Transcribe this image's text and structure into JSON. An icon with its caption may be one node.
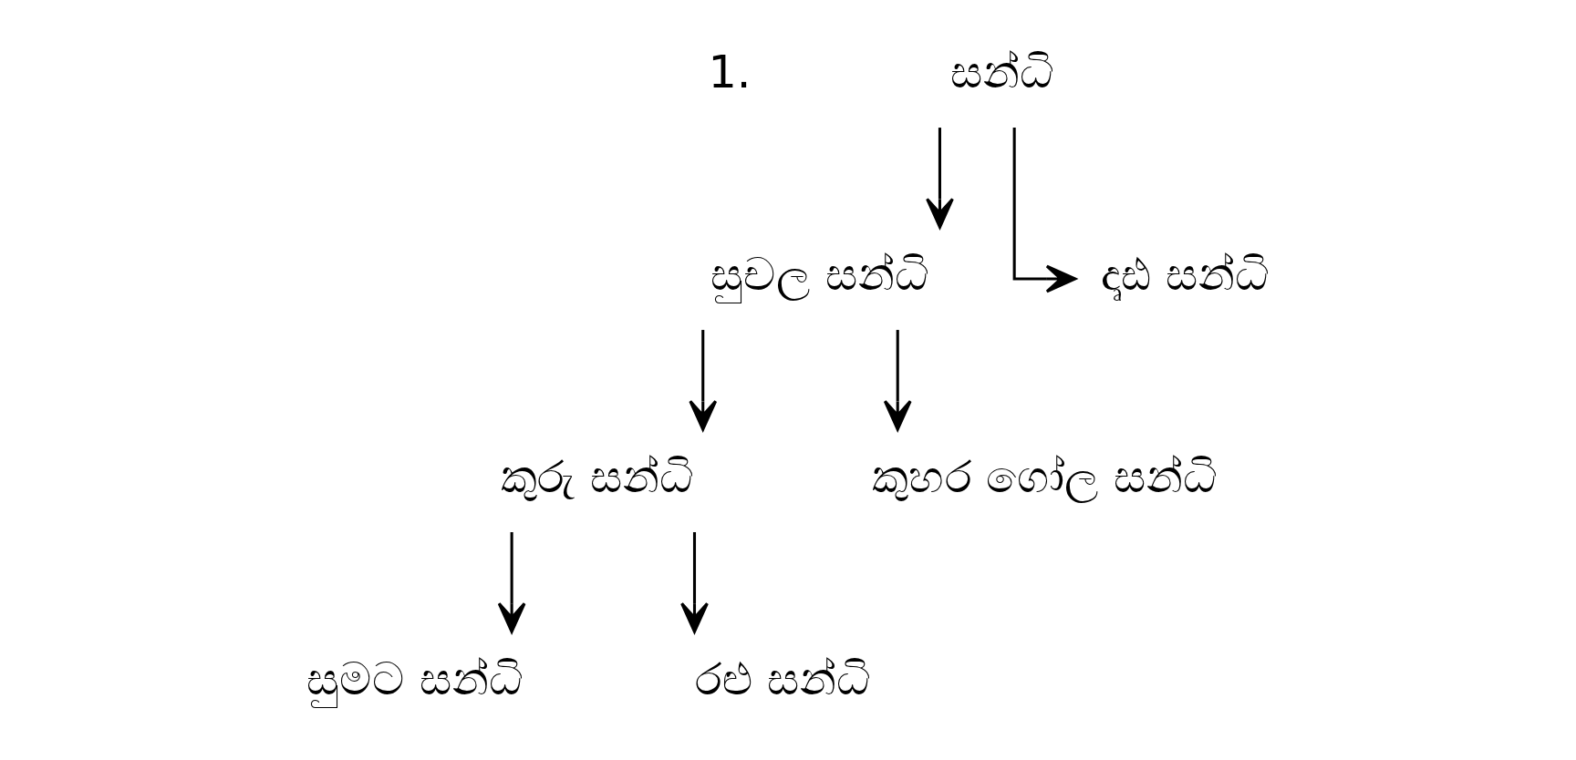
{
  "diagram": {
    "nodes": [
      {
        "text": [
          "සන්ධි"
        ]
      },
      {
        "text": [
          "සුචල සන්ධි"
        ]
      },
      {
        "text": [
          "දෘඪ සන්ධි"
        ]
      },
      {
        "text": [
          "කුරු සන්ධි"
        ]
      },
      {
        "text": [
          "කුහර ගෝල සන්ධි"
        ]
      },
      {
        "text": [
          "සුමට සන්ධි"
        ]
      },
      {
        "text": [
          "රළු සන්ධි"
        ]
      }
    ],
    "edges": [
      {
        "from": 0,
        "to": 1,
        "arrow": "to"
      },
      {
        "from": 0,
        "to": 2,
        "arrow": "to"
      },
      {
        "from": 1,
        "to": 3,
        "arrow": "to"
      },
      {
        "from": 1,
        "to": 4,
        "arrow": "to"
      },
      {
        "from": 3,
        "to": 5,
        "arrow": "to"
      },
      {
        "from": 3,
        "to": 6,
        "arrow": "to"
      }
    ],
    "labels": [
      "1."
    ]
  }
}
